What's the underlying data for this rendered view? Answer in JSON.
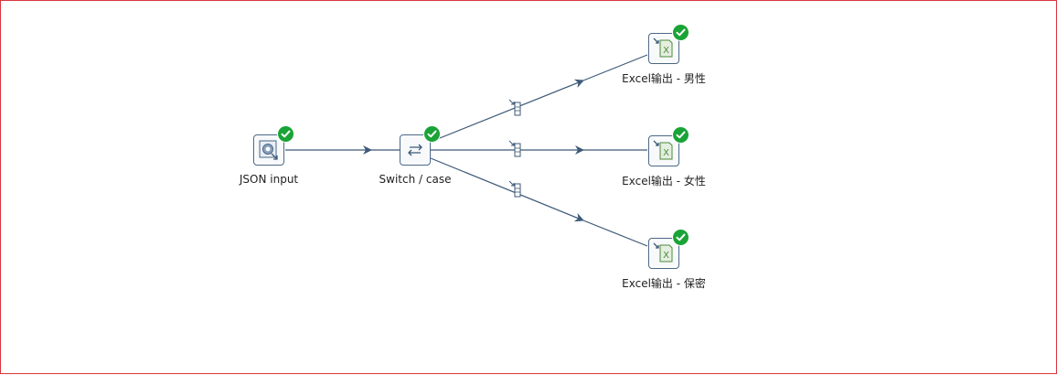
{
  "canvas": {
    "border_color": "#d9363e",
    "background": "#ffffff"
  },
  "steps": {
    "json_input": {
      "label": "JSON input",
      "icon": "json-input-icon",
      "status_icon": "success-check-icon"
    },
    "switch_case": {
      "label": "Switch / case",
      "icon": "switch-case-icon",
      "status_icon": "success-check-icon"
    },
    "excel_male": {
      "label": "Excel输出 - 男性",
      "icon": "excel-output-icon",
      "status_icon": "success-check-icon"
    },
    "excel_female": {
      "label": "Excel输出 - 女性",
      "icon": "excel-output-icon",
      "status_icon": "success-check-icon"
    },
    "excel_secret": {
      "label": "Excel输出 - 保密",
      "icon": "excel-output-icon",
      "status_icon": "success-check-icon"
    }
  },
  "hops": [
    {
      "from": "json_input",
      "to": "switch_case",
      "copy_icon": false
    },
    {
      "from": "switch_case",
      "to": "excel_male",
      "copy_icon": true
    },
    {
      "from": "switch_case",
      "to": "excel_female",
      "copy_icon": true
    },
    {
      "from": "switch_case",
      "to": "excel_secret",
      "copy_icon": true
    }
  ],
  "colors": {
    "hop": "#3d5a78",
    "success": "#1aa336",
    "node_border": "#4a6785",
    "excel_green": "#4d8a3a"
  }
}
